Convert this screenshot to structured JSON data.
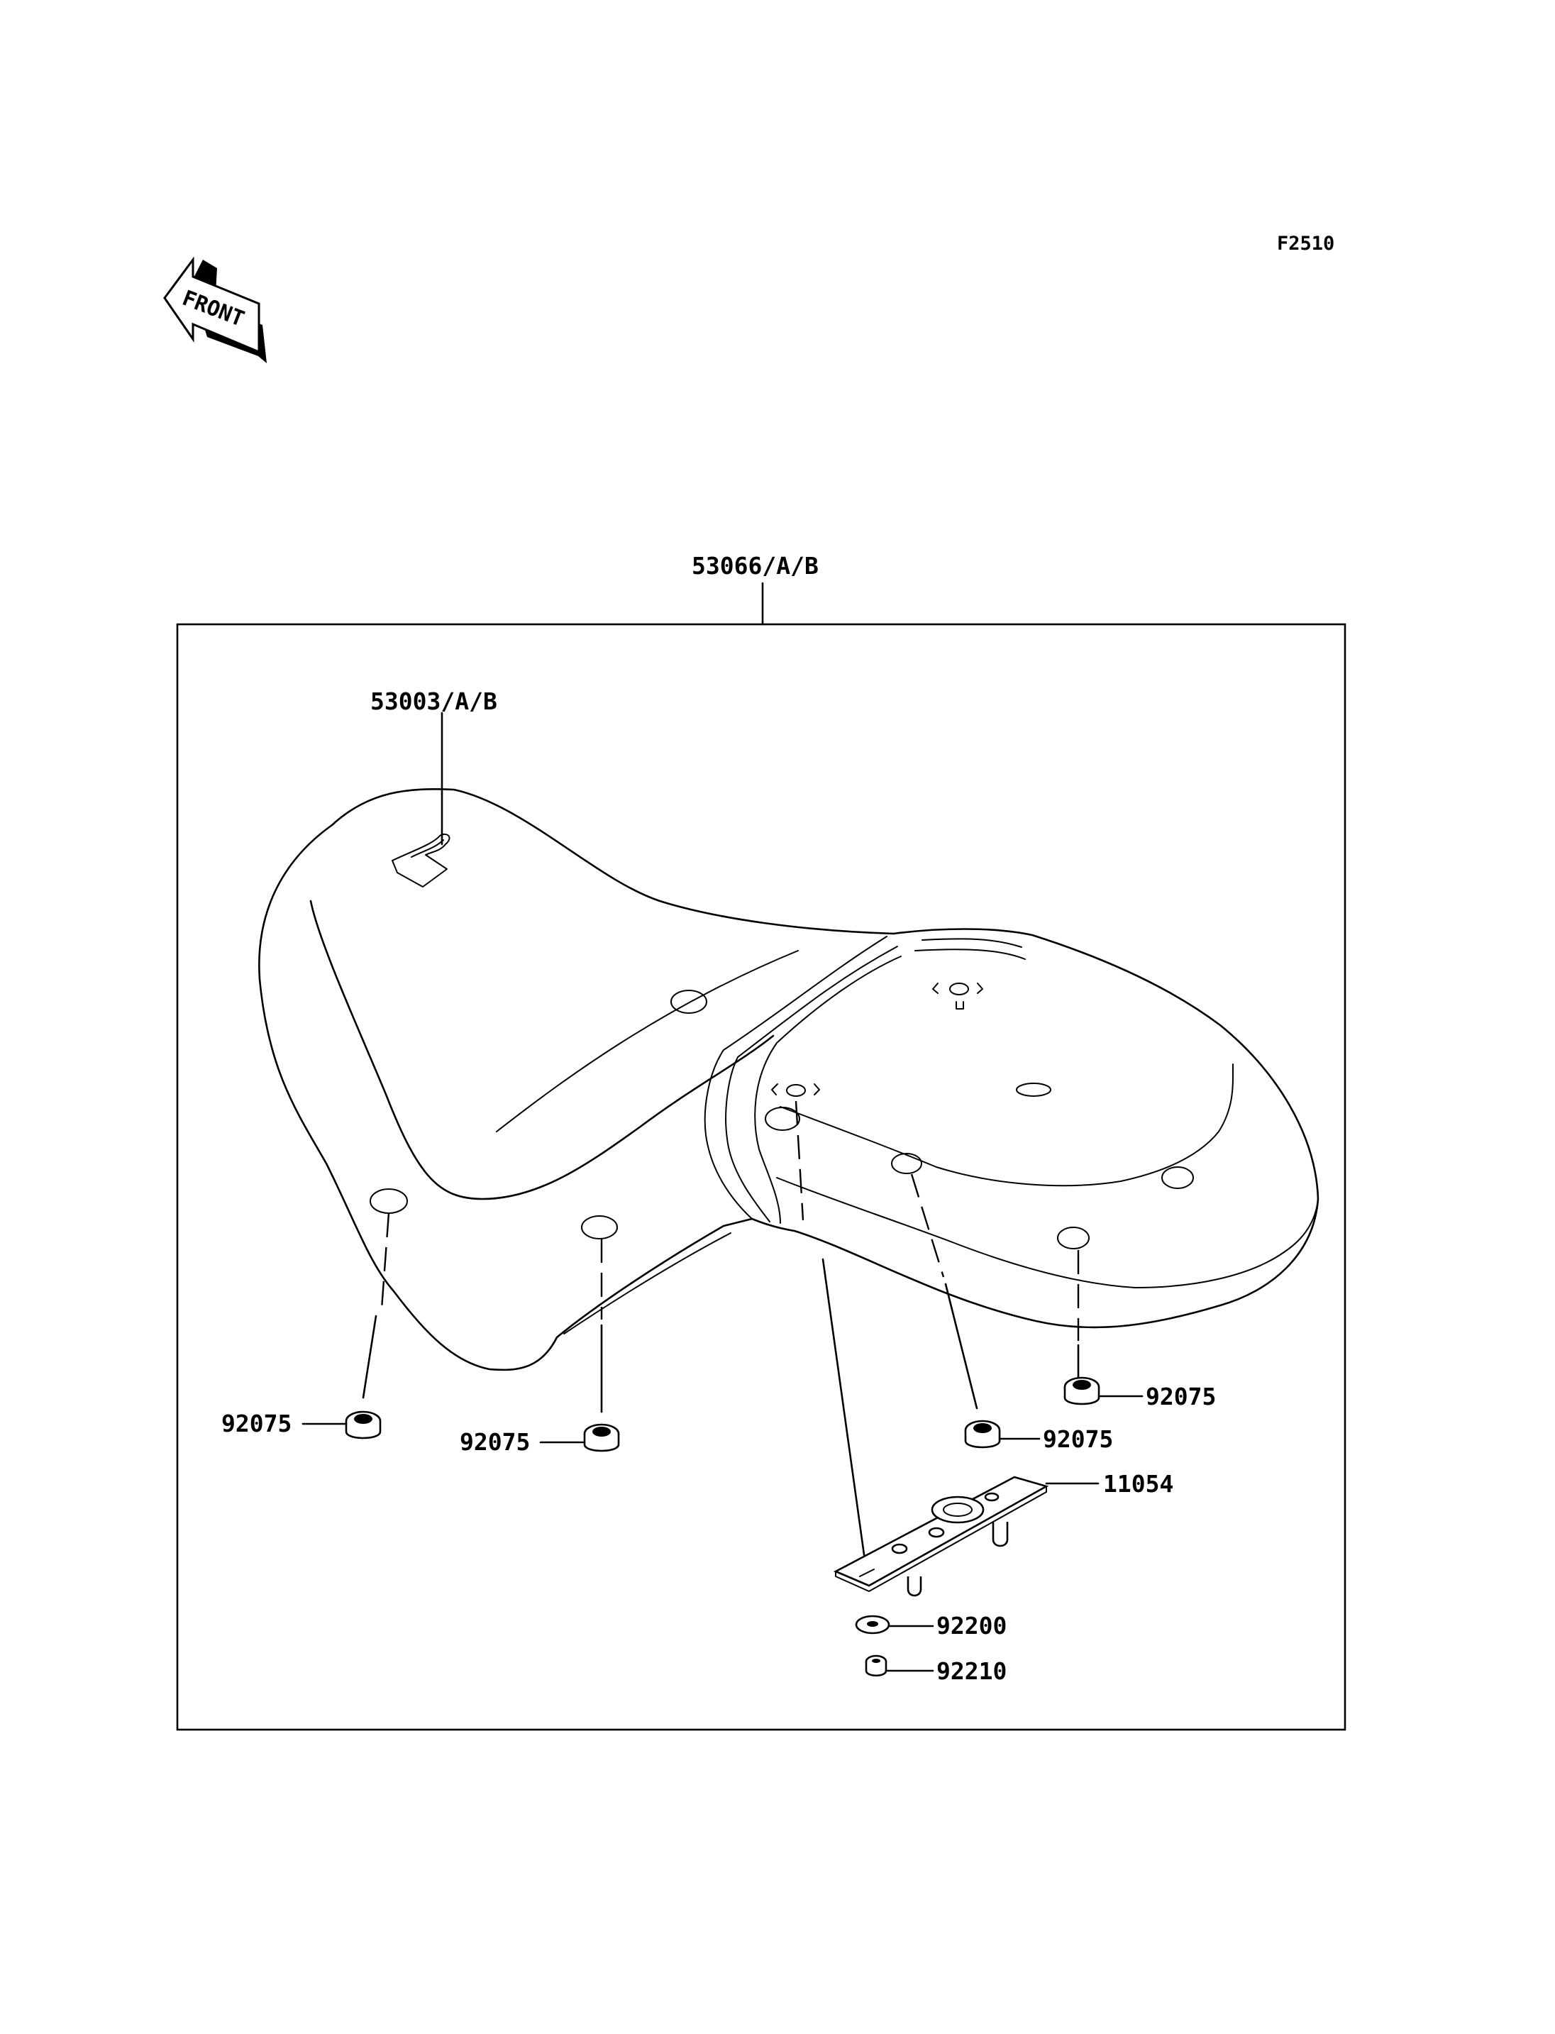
{
  "figure_code": "F2510",
  "front_badge": "FRONT",
  "parts": {
    "assembly": "53066/A/B",
    "cover": "53003/A/B",
    "damper_front_left": "92075",
    "damper_front_center": "92075",
    "damper_rear_center": "92075",
    "damper_rear_right": "92075",
    "bracket": "11054",
    "washer": "92200",
    "nut": "92210"
  },
  "icons": [
    "front-arrow-icon"
  ]
}
